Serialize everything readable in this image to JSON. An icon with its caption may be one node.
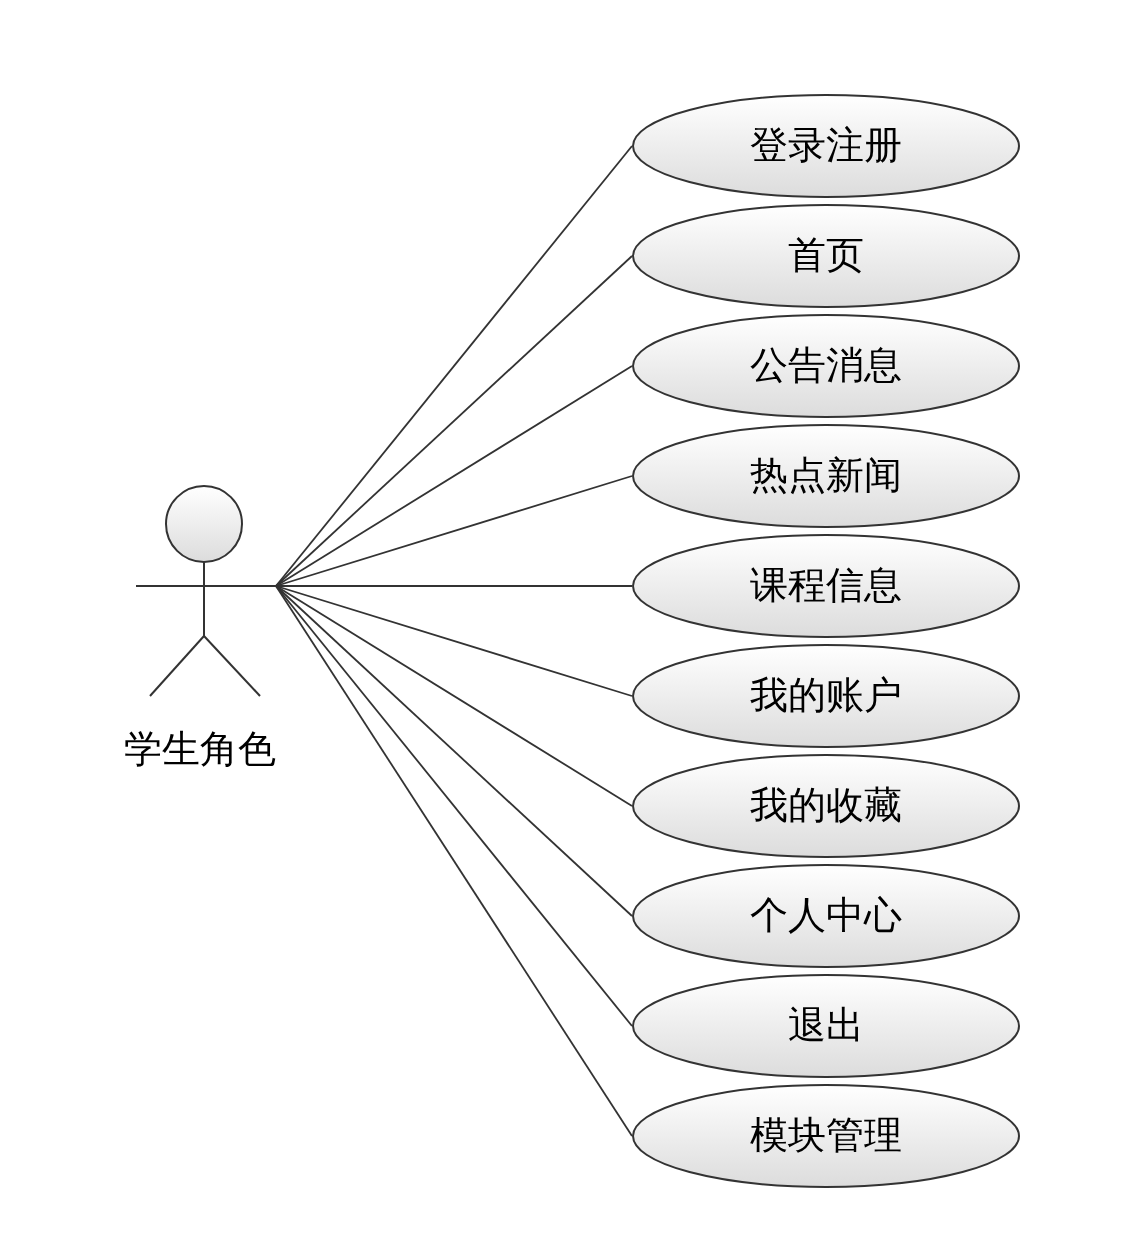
{
  "diagram": {
    "nodes": [
      {
        "text": [
          "学生角色"
        ]
      },
      {
        "text": [
          "登录注册"
        ]
      },
      {
        "text": [
          "首页"
        ]
      },
      {
        "text": [
          "公告消息"
        ]
      },
      {
        "text": [
          "热点新闻"
        ]
      },
      {
        "text": [
          "课程信息"
        ]
      },
      {
        "text": [
          "我的账户"
        ]
      },
      {
        "text": [
          "我的收藏"
        ]
      },
      {
        "text": [
          "个人中心"
        ]
      },
      {
        "text": [
          "退出"
        ]
      },
      {
        "text": [
          "模块管理"
        ]
      }
    ],
    "edges": [
      {
        "from": 0,
        "to": 1,
        "arrow": "none"
      },
      {
        "from": 0,
        "to": 2,
        "arrow": "none"
      },
      {
        "from": 0,
        "to": 3,
        "arrow": "none"
      },
      {
        "from": 0,
        "to": 4,
        "arrow": "none"
      },
      {
        "from": 0,
        "to": 5,
        "arrow": "none"
      },
      {
        "from": 0,
        "to": 6,
        "arrow": "none"
      },
      {
        "from": 0,
        "to": 7,
        "arrow": "none"
      },
      {
        "from": 0,
        "to": 8,
        "arrow": "none"
      },
      {
        "from": 0,
        "to": 9,
        "arrow": "none"
      },
      {
        "from": 0,
        "to": 10,
        "arrow": "none"
      }
    ]
  }
}
